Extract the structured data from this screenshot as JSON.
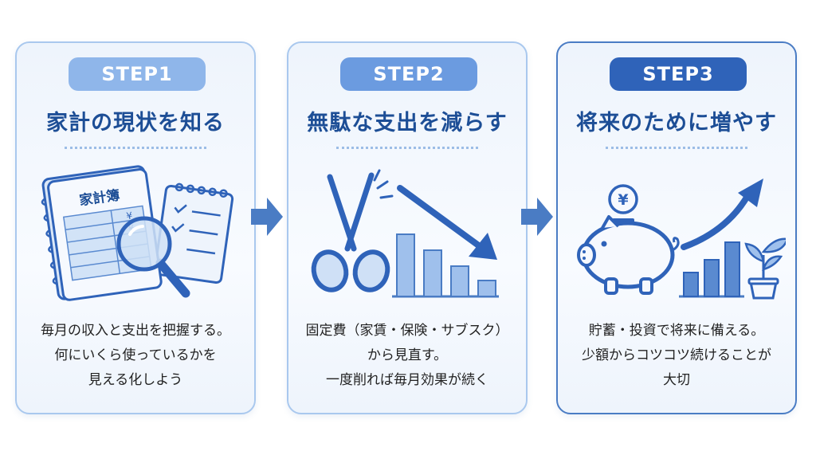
{
  "steps": [
    {
      "label": "STEP1",
      "title": "家計の現状を知る",
      "book_title": "家計簿",
      "yen": "¥",
      "desc": [
        "毎月の収入と支出を把握する。",
        "何にいくら使っているかを",
        "見える化しよう"
      ]
    },
    {
      "label": "STEP2",
      "title": "無駄な支出を減らす",
      "desc": [
        "固定費（家賃・保険・サブスク）",
        "から見直す。",
        "一度削れば毎月効果が続く"
      ]
    },
    {
      "label": "STEP3",
      "title": "将来のために増やす",
      "coin": "¥",
      "desc": [
        "貯蓄・投資で将来に備える。",
        "少額からコツコツ続けることが",
        "大切"
      ]
    }
  ],
  "colors": {
    "primary": "#2f63b9",
    "light": "#8fb6ea",
    "title": "#1d4e96",
    "arrow": "#4a7cc4"
  }
}
